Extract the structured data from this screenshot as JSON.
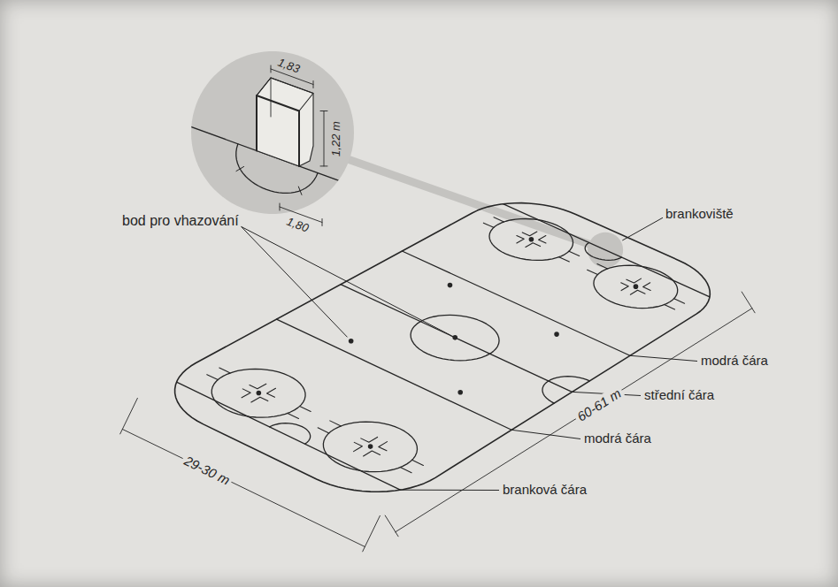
{
  "diagram": {
    "labels": [
      "1,83",
      "1,22 m",
      "1,80",
      "brankoviště",
      "bod pro vhazování",
      "modrá čára",
      "60-61 m",
      "střední čára",
      "modrá čára",
      "29-30 m",
      "branková čára"
    ]
  }
}
